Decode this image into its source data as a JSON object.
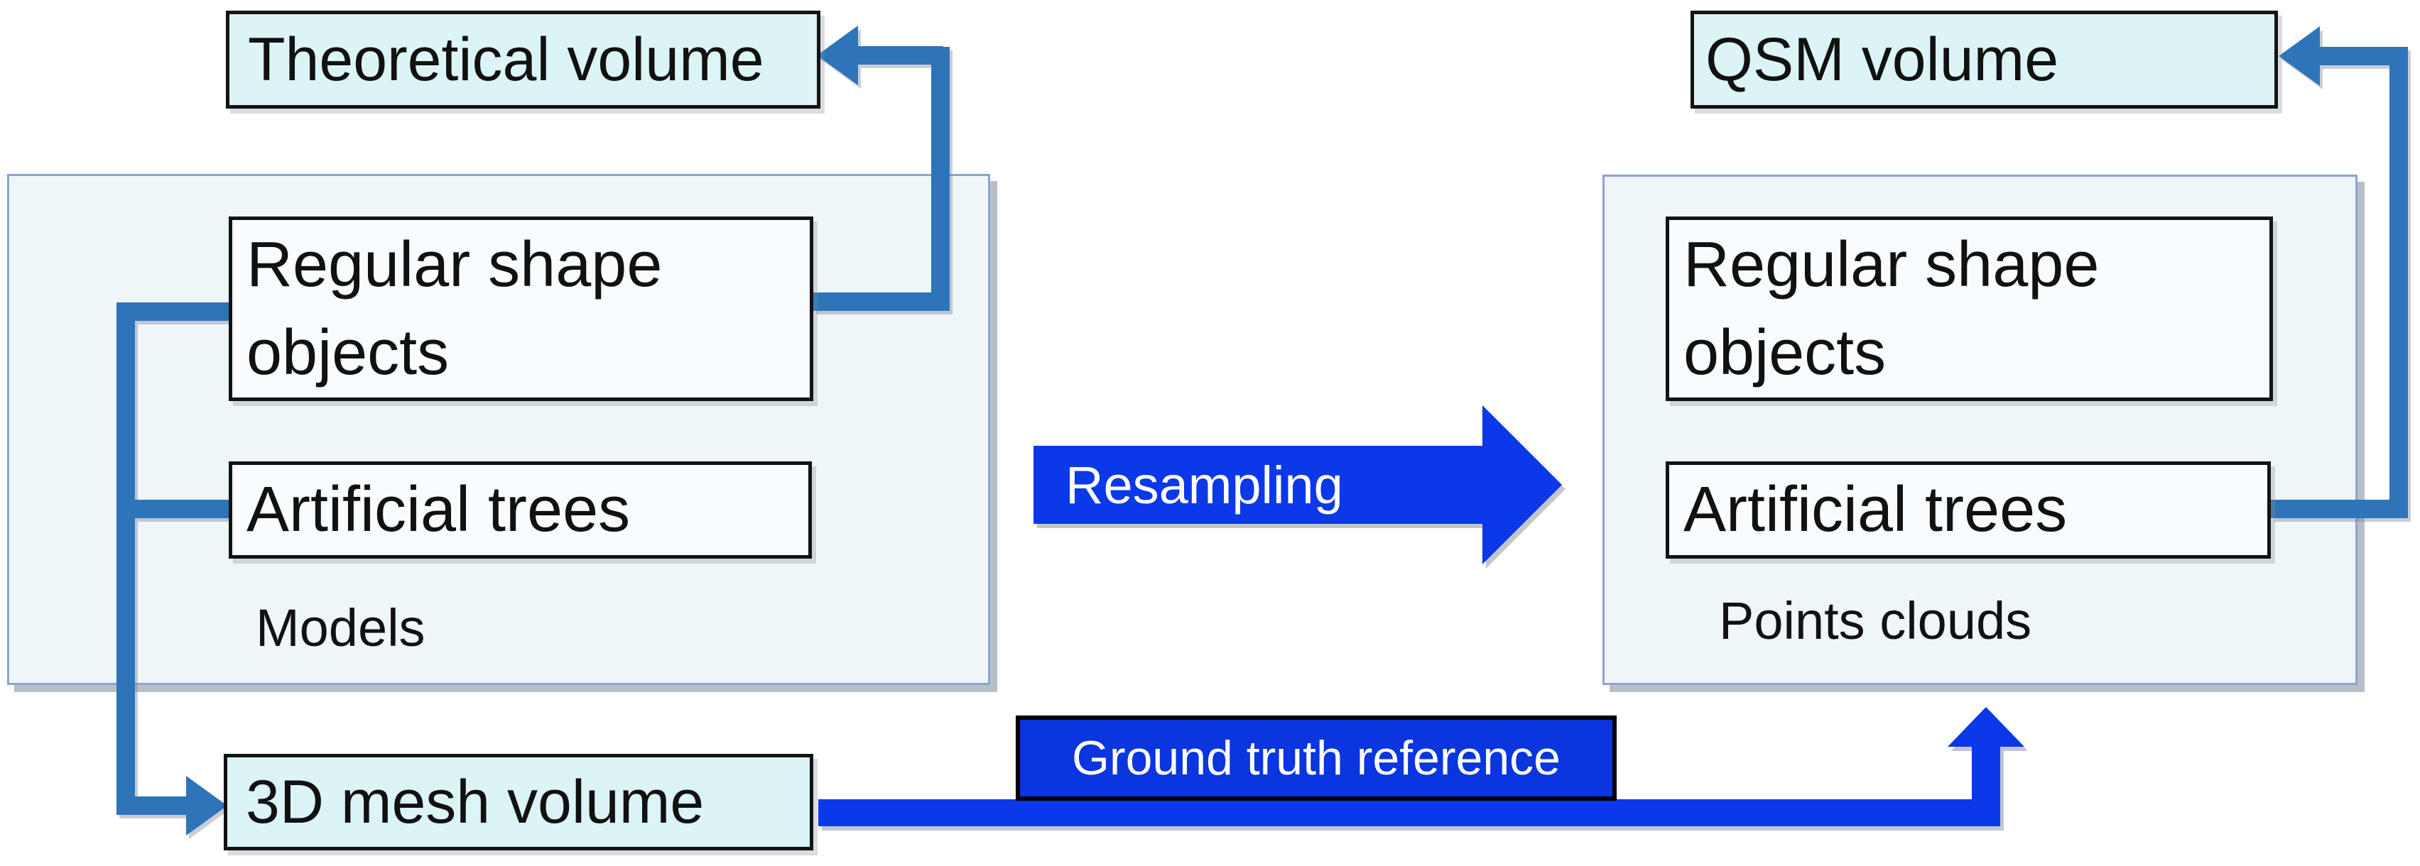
{
  "colors": {
    "steel_blue": "#2e74b9",
    "vivid_blue": "#0b38e8",
    "label_blue": "#0a35df",
    "cyan_fill": "#dcf4f6",
    "box_fill": "#f9fcfe",
    "box_border": "#131313",
    "container_fill": "#eff6f9",
    "container_border": "#8ca3d4",
    "shadow": "rgba(128,138,152,0.55)",
    "text": "#111111",
    "arrow_text": "#ffffff"
  },
  "models_group": {
    "caption": "Models",
    "regular_box": "Regular shape\nobjects",
    "artificial_box": "Artificial trees"
  },
  "points_group": {
    "caption": "Points clouds",
    "regular_box": "Regular shape\nobjects",
    "artificial_box": "Artificial trees"
  },
  "volumes": {
    "theoretical": "Theoretical volume",
    "qsm": "QSM volume",
    "mesh": "3D mesh volume"
  },
  "flows": {
    "resampling": "Resampling",
    "ground_truth": "Ground truth reference"
  }
}
